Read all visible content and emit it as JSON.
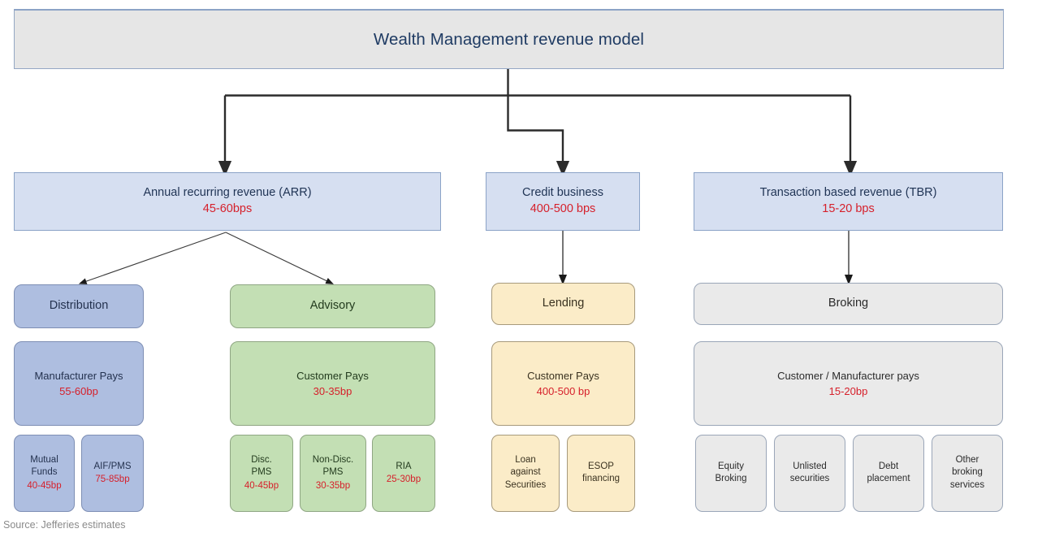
{
  "diagram": {
    "root": {
      "label": "Wealth Management revenue model"
    },
    "branches": [
      {
        "id": "arr",
        "label": "Annual recurring revenue (ARR)",
        "rate": "45-60bps",
        "groups": [
          {
            "id": "distribution",
            "label": "Distribution",
            "pays_label": "Manufacturer Pays",
            "pays_rate": "55-60bp",
            "leaves": [
              {
                "label": "Mutual\nFunds",
                "rate": "40-45bp"
              },
              {
                "label": "AIF/PMS",
                "rate": "75-85bp"
              }
            ]
          },
          {
            "id": "advisory",
            "label": "Advisory",
            "pays_label": "Customer Pays",
            "pays_rate": "30-35bp",
            "leaves": [
              {
                "label": "Disc.\nPMS",
                "rate": "40-45bp"
              },
              {
                "label": "Non-Disc.\nPMS",
                "rate": "30-35bp"
              },
              {
                "label": "RIA",
                "rate": "25-30bp"
              }
            ]
          }
        ]
      },
      {
        "id": "credit",
        "label": "Credit business",
        "rate": "400-500 bps",
        "groups": [
          {
            "id": "lending",
            "label": "Lending",
            "pays_label": "Customer Pays",
            "pays_rate": "400-500 bp",
            "leaves": [
              {
                "label": "Loan\nagainst\nSecurities",
                "rate": ""
              },
              {
                "label": "ESOP\nfinancing",
                "rate": ""
              }
            ]
          }
        ]
      },
      {
        "id": "tbr",
        "label": "Transaction based revenue (TBR)",
        "rate": "15-20 bps",
        "groups": [
          {
            "id": "broking",
            "label": "Broking",
            "pays_label": "Customer / Manufacturer pays",
            "pays_rate": "15-20bp",
            "leaves": [
              {
                "label": "Equity\nBroking",
                "rate": ""
              },
              {
                "label": "Unlisted\nsecurities",
                "rate": ""
              },
              {
                "label": "Debt\nplacement",
                "rate": ""
              },
              {
                "label": "Other\nbroking\nservices",
                "rate": ""
              }
            ]
          }
        ]
      }
    ],
    "source": "Source: Jefferies estimates",
    "colors": {
      "root_fill": "#e6e6e6",
      "level2_fill": "#d6dff1",
      "distribution_fill": "#aebee0",
      "advisory_fill": "#c3dfb4",
      "lending_fill": "#fbecc8",
      "broking_fill": "#eaeaea",
      "rate_text": "#d6202b",
      "connector": "#2b2b2b",
      "source_text": "#8a8a8a"
    }
  }
}
